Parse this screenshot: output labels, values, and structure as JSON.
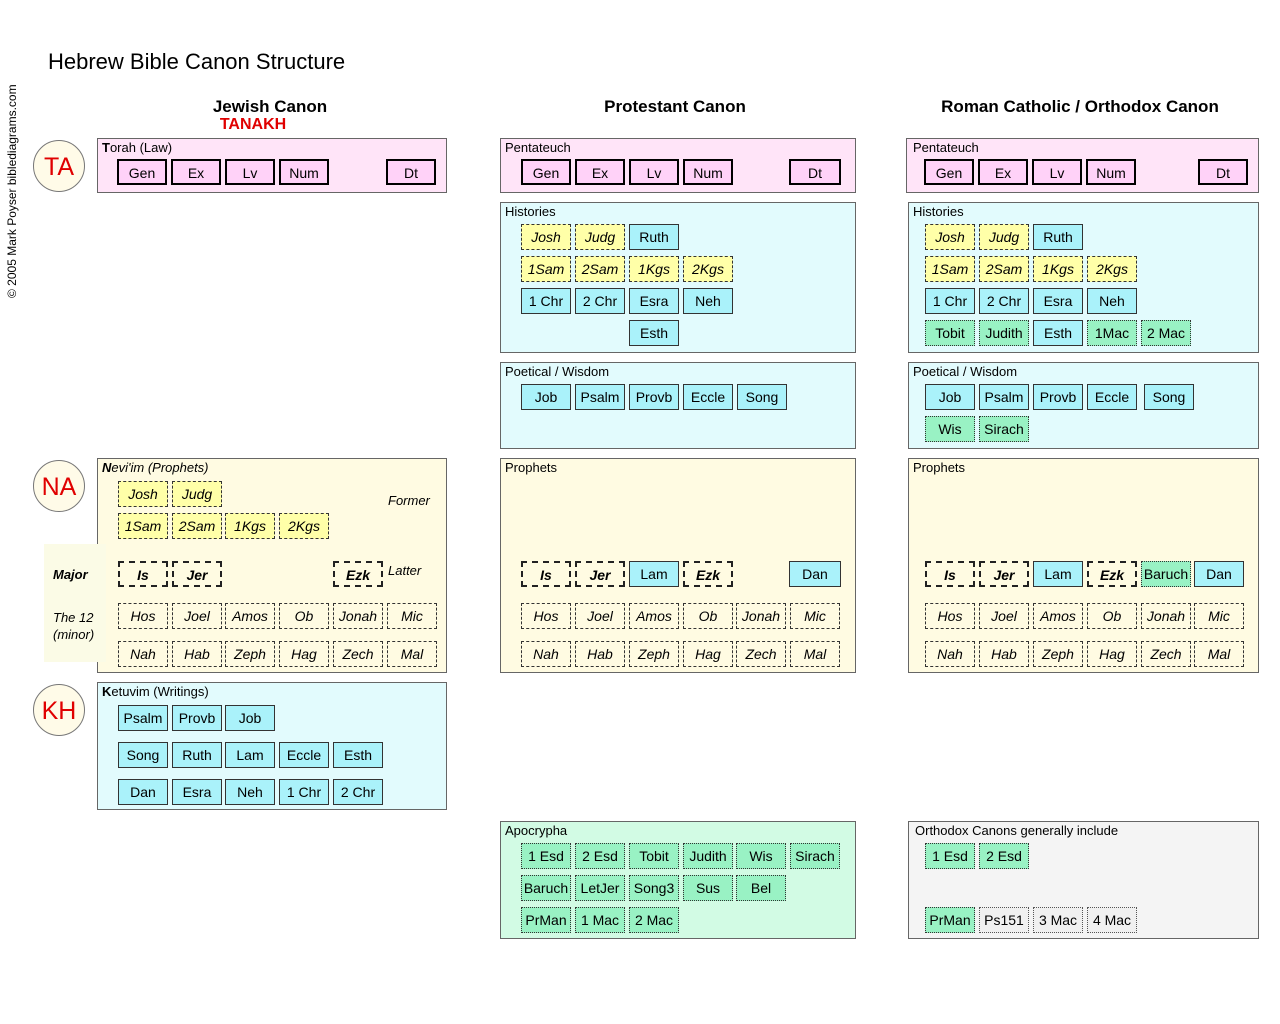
{
  "title": "Hebrew Bible Canon Structure",
  "copyright": "© 2005 Mark Poyser  biblediagrams.com",
  "columns": {
    "jewish": "Jewish Canon",
    "tanakh": "TANAKH",
    "protestant": "Protestant Canon",
    "catholic": "Roman Catholic / Orthodox Canon"
  },
  "circles": {
    "ta": "TA",
    "na": "NA",
    "kh": "KH"
  },
  "labels": {
    "torah_first": "T",
    "torah_rest": "orah (Law)",
    "neviim_first": "N",
    "neviim_rest": "evi'im (Prophets)",
    "ketuvim_first": "K",
    "ketuvim_rest": "etuvim (Writings)",
    "pentateuch": "Pentateuch",
    "histories": "Histories",
    "poetical": "Poetical / Wisdom",
    "prophets": "Prophets",
    "apocrypha": "Apocrypha",
    "orthodox": "Orthodox Canons generally include",
    "former": "Former",
    "latter": "Latter",
    "major": "Major",
    "the12": "The 12",
    "minor": "(minor)"
  },
  "books": {
    "Gen": "Gen",
    "Ex": "Ex",
    "Lv": "Lv",
    "Num": "Num",
    "Dt": "Dt",
    "Josh": "Josh",
    "Judg": "Judg",
    "Ruth": "Ruth",
    "1Sam": "1Sam",
    "2Sam": "2Sam",
    "1Kgs": "1Kgs",
    "2Kgs": "2Kgs",
    "1Chr": "1 Chr",
    "2Chr": "2 Chr",
    "Esra": "Esra",
    "Neh": "Neh",
    "Esth": "Esth",
    "Tobit": "Tobit",
    "Judith": "Judith",
    "1Mac": "1Mac",
    "1Mac_sp": "1 Mac",
    "2Mac": "2 Mac",
    "Job": "Job",
    "Psalm": "Psalm",
    "Provb": "Provb",
    "Eccle": "Eccle",
    "Song": "Song",
    "Wis": "Wis",
    "Sirach": "Sirach",
    "Is": "Is",
    "Jer": "Jer",
    "Lam": "Lam",
    "Ezk": "Ezk",
    "Dan": "Dan",
    "Baruch": "Baruch",
    "Hos": "Hos",
    "Joel": "Joel",
    "Amos": "Amos",
    "Ob": "Ob",
    "Jonah": "Jonah",
    "Mic": "Mic",
    "Nah": "Nah",
    "Hab": "Hab",
    "Zeph": "Zeph",
    "Hag": "Hag",
    "Zech": "Zech",
    "Mal": "Mal",
    "1Esd": "1 Esd",
    "2Esd": "2 Esd",
    "LetJer": "LetJer",
    "Song3": "Song3",
    "Sus": "Sus",
    "Bel": "Bel",
    "PrMan": "PrMan",
    "Ps151": "Ps151",
    "3Mac": "3 Mac",
    "4Mac": "4 Mac"
  }
}
